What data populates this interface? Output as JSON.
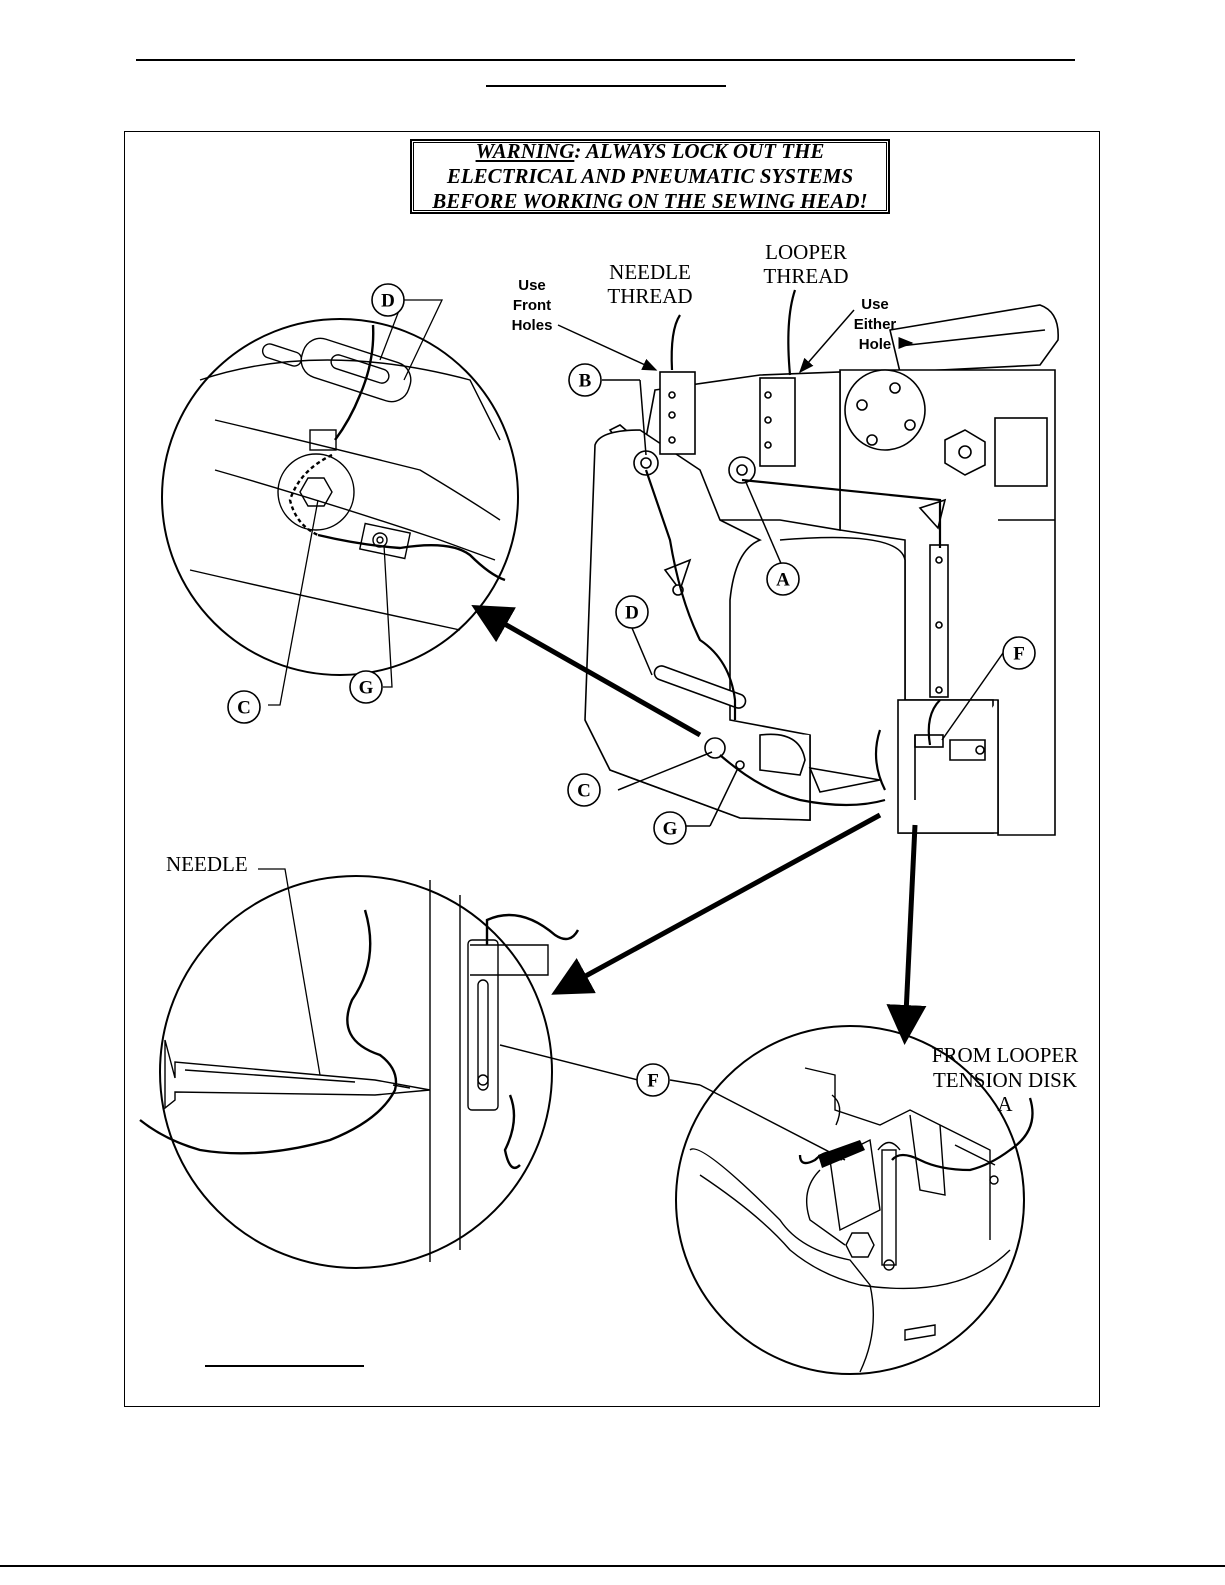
{
  "warning": {
    "prefix": "WARNING",
    "line1_rest": ": ALWAYS LOCK OUT THE",
    "line2": "ELECTRICAL AND PNEUMATIC SYSTEMS",
    "line3": "BEFORE WORKING ON THE SEWING HEAD!"
  },
  "labels": {
    "needle_thread": [
      "NEEDLE",
      "THREAD"
    ],
    "looper_thread": [
      "LOOPER",
      "THREAD"
    ],
    "use_front_holes": [
      "Use",
      "Front",
      "Holes"
    ],
    "use_either_hole": [
      "Use",
      "Either",
      "Hole"
    ],
    "needle": "NEEDLE",
    "from_looper_tension_disk": [
      "FROM LOOPER",
      "TENSION DISK",
      "A"
    ]
  },
  "callouts": {
    "a": "A",
    "b": "B",
    "c": "C",
    "d": "D",
    "f": "F",
    "g": "G"
  }
}
